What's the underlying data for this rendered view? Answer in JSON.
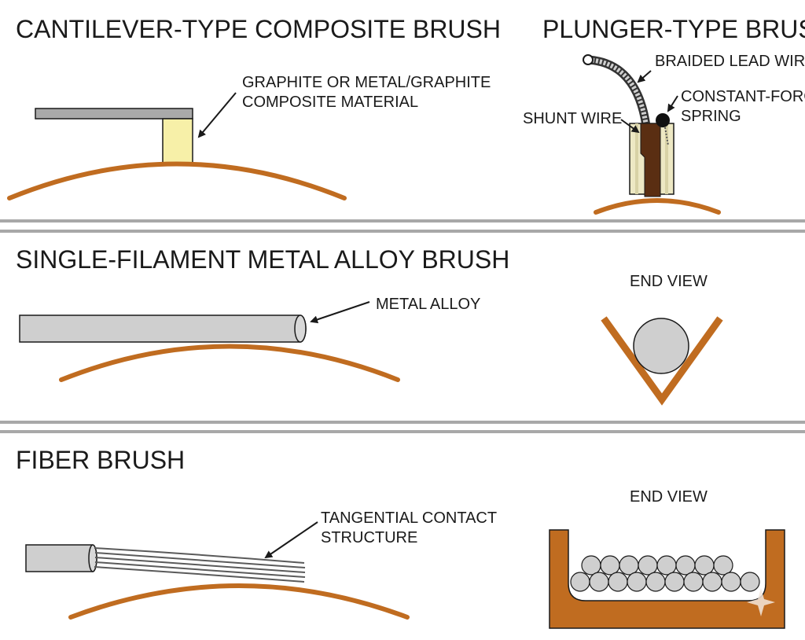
{
  "sections": [
    {
      "title": "CANTILEVER-TYPE COMPOSITE BRUSH",
      "label_line1": "GRAPHITE OR METAL/GRAPHITE",
      "label_line2": "COMPOSITE MATERIAL"
    },
    {
      "title": "PLUNGER-TYPE BRUSH",
      "lead_wire": "BRAIDED LEAD WIRE",
      "shunt_wire": "SHUNT WIRE",
      "spring_line1": "CONSTANT-FORCE",
      "spring_line2": "SPRING"
    },
    {
      "title": "SINGLE-FILAMENT METAL ALLOY BRUSH",
      "label": "METAL ALLOY",
      "end_view": "END VIEW"
    },
    {
      "title": "FIBER BRUSH",
      "label_line1": "TANGENTIAL CONTACT",
      "label_line2": "STRUCTURE",
      "end_view": "END VIEW"
    }
  ],
  "colors": {
    "copper": "#c06c20",
    "rod_gray": "#cfcfcf",
    "graphite_yellow": "#f7f0a8",
    "brush_brown": "#5a2e12",
    "holder_tan": "#ede8c4",
    "divider": "#a8a8a8"
  }
}
